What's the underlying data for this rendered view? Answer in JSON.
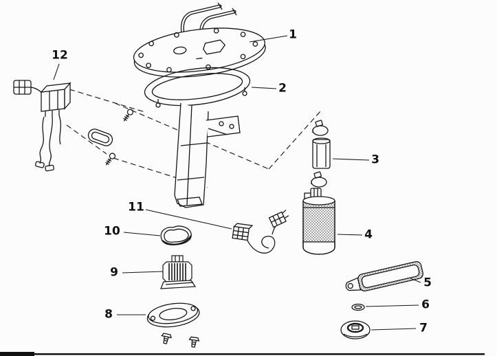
{
  "diagram": {
    "kind": "exploded-parts-diagram",
    "subject": "fuel-pump-assembly",
    "colors": {
      "background": "#fcfcfc",
      "ink": "#151515"
    },
    "parts": [
      {
        "label": "1",
        "name": "fuel-tank-flange-plate"
      },
      {
        "label": "2",
        "name": "flange-gasket-ring"
      },
      {
        "label": "3",
        "name": "filter-cartridge-with-clamp"
      },
      {
        "label": "4",
        "name": "fuel-pump-unit"
      },
      {
        "label": "5",
        "name": "fuel-strainer-screen"
      },
      {
        "label": "6",
        "name": "o-ring-seal"
      },
      {
        "label": "7",
        "name": "rubber-grommet-retainer"
      },
      {
        "label": "8",
        "name": "mounting-flange-with-bolts"
      },
      {
        "label": "9",
        "name": "electrical-connector-housing"
      },
      {
        "label": "10",
        "name": "protective-cap"
      },
      {
        "label": "11",
        "name": "wiring-harness-with-connectors"
      },
      {
        "label": "12",
        "name": "relay-with-wiring"
      }
    ]
  }
}
